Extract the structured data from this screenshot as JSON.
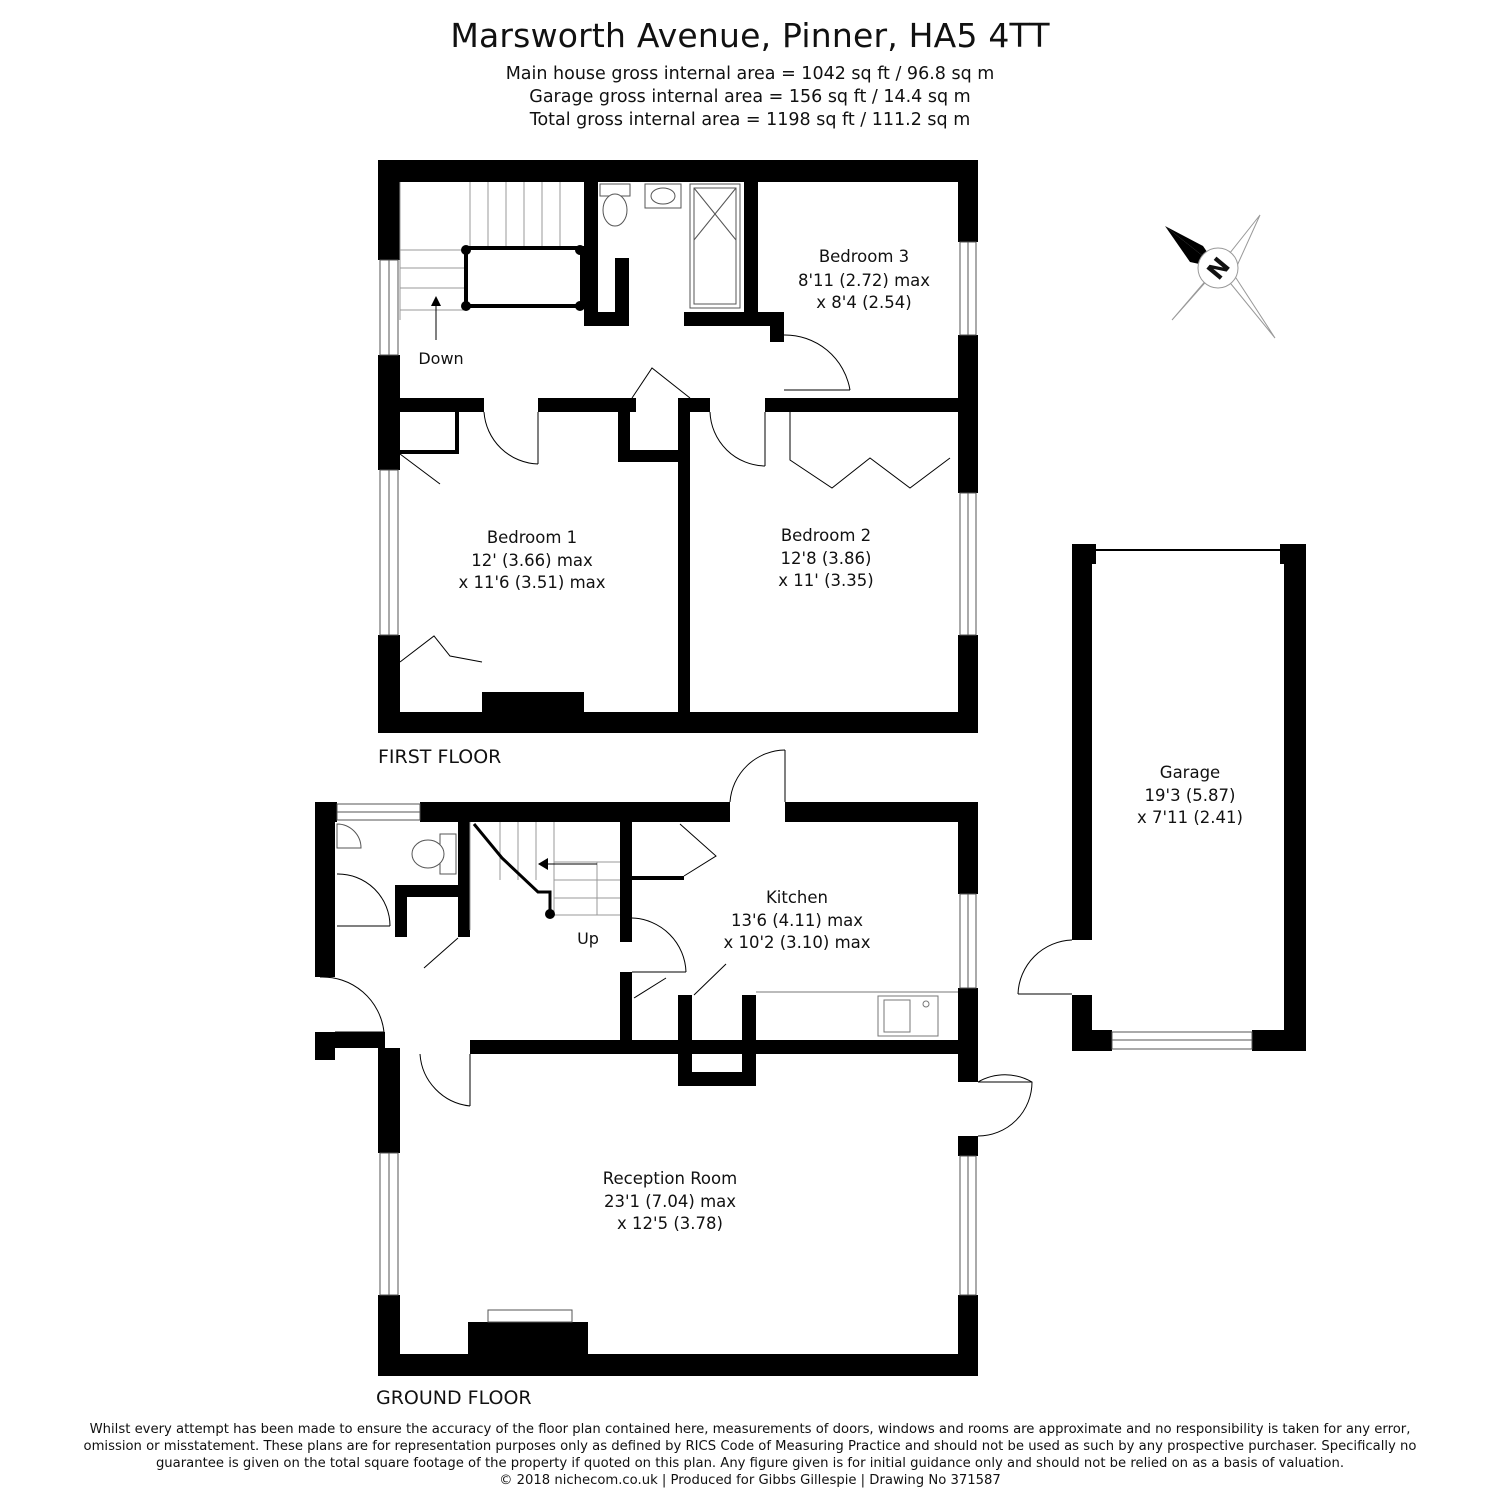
{
  "header": {
    "title": "Marsworth Avenue, Pinner, HA5 4TT",
    "area_main": "Main house gross internal area =  1042 sq ft / 96.8 sq m",
    "area_garage": "Garage gross internal area = 156 sq ft / 14.4 sq m",
    "area_total": "Total gross internal area =  1198 sq ft / 111.2 sq m"
  },
  "first_floor": {
    "label": "FIRST FLOOR",
    "stairs_label": "Down",
    "bedroom3": {
      "name": "Bedroom 3",
      "dim1": "8'11 (2.72) max",
      "dim2": "x 8'4 (2.54)"
    },
    "bedroom1": {
      "name": "Bedroom 1",
      "dim1": "12' (3.66) max",
      "dim2": "x 11'6 (3.51) max"
    },
    "bedroom2": {
      "name": "Bedroom 2",
      "dim1": "12'8 (3.86)",
      "dim2": "x 11' (3.35)"
    }
  },
  "ground_floor": {
    "label": "GROUND FLOOR",
    "stairs_label": "Up",
    "kitchen": {
      "name": "Kitchen",
      "dim1": "13'6 (4.11) max",
      "dim2": "x 10'2 (3.10) max"
    },
    "reception": {
      "name": "Reception Room",
      "dim1": "23'1 (7.04) max",
      "dim2": "x 12'5 (3.78)"
    }
  },
  "garage": {
    "name": "Garage",
    "dim1": "19'3 (5.87)",
    "dim2": "x 7'11 (2.41)"
  },
  "compass": {
    "letter": "N"
  },
  "disclaimer": "Whilst every attempt has been made to ensure the accuracy of the floor plan contained here, measurements of doors, windows and rooms are approximate and no responsibility is taken for any error, omission or misstatement. These plans are for representation purposes only as defined by RICS Code of Measuring Practice and should not be used as such by any prospective purchaser. Specifically no guarantee is given on the total square footage of the property if quoted on this plan. Any figure given is for initial guidance only and should not be relied on as a basis of valuation.",
  "footer": "© 2018 nichecom.co.uk  |  Produced for Gibbs Gillespie  |  Drawing No 371587"
}
